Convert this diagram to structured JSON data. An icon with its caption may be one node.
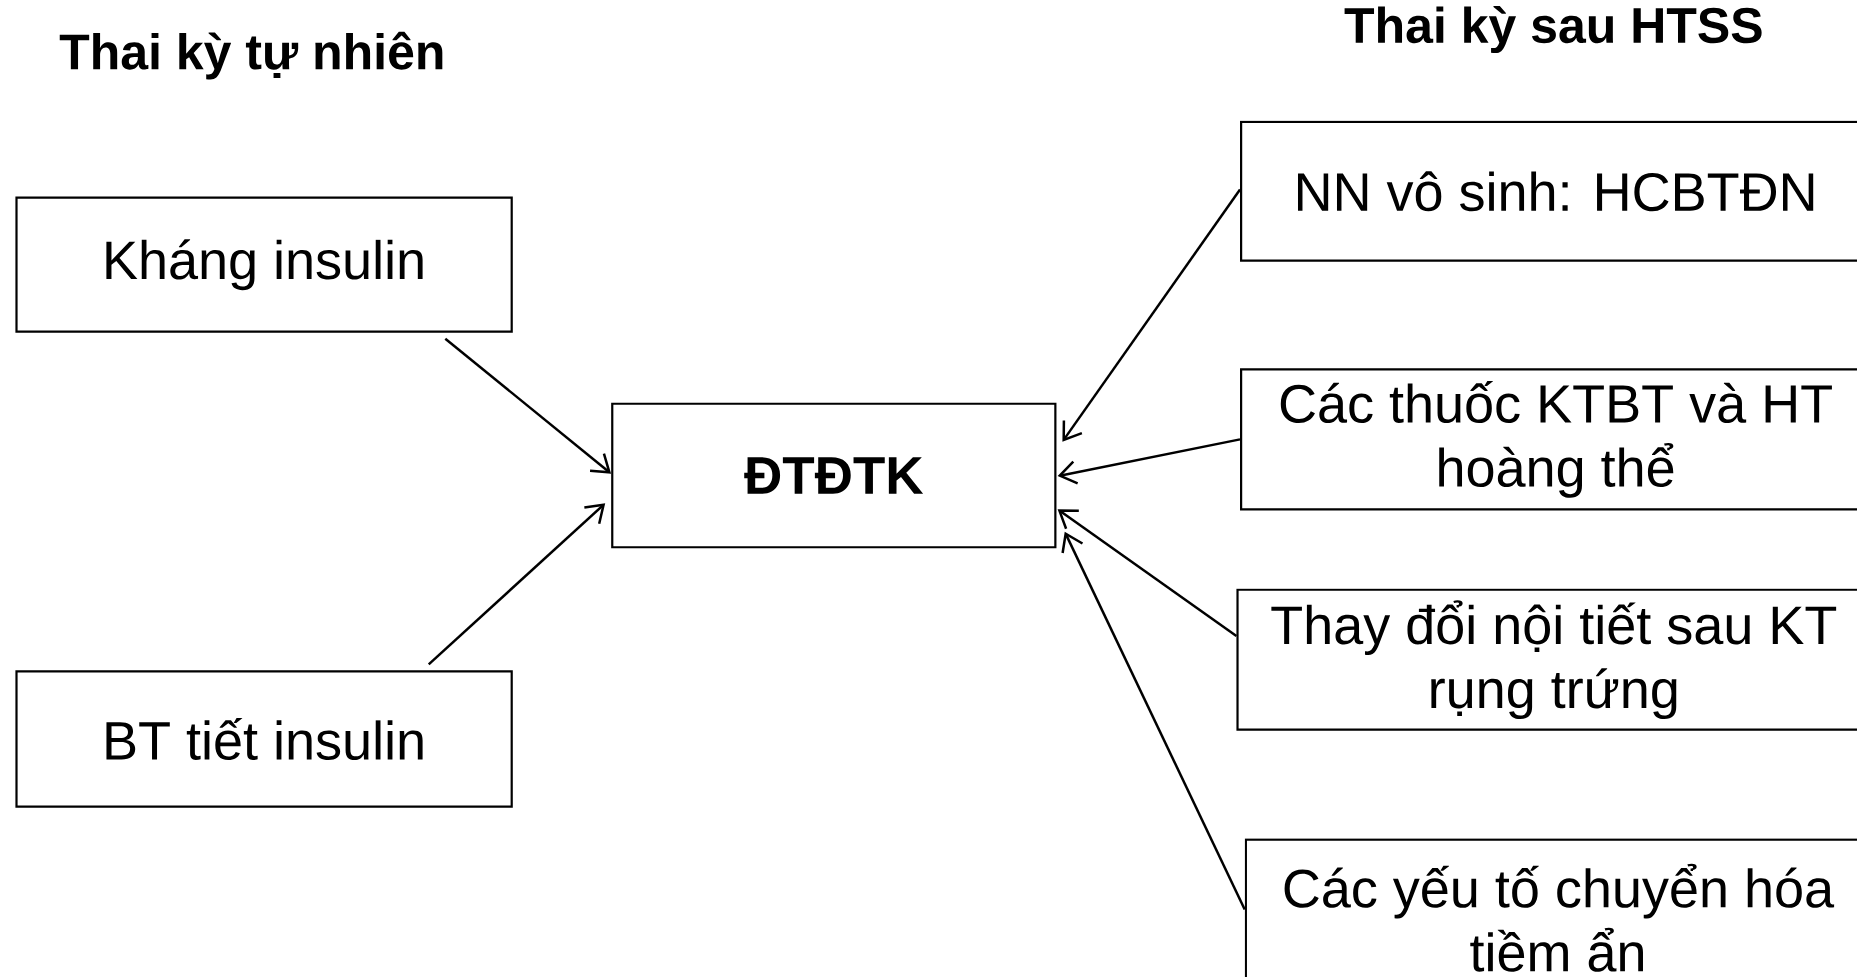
{
  "diagram": {
    "nodes": [
      {
        "text": [
          "Kháng insulin"
        ]
      },
      {
        "text": [
          "BT tiết insulin"
        ]
      },
      {
        "text": [
          "ĐTĐTK"
        ]
      },
      {
        "text": [
          "NN vô sinh: HCBTĐN"
        ]
      },
      {
        "text": [
          "Các thuốc KTBT và HT hoàng thể"
        ]
      },
      {
        "text": [
          "Thay đổi nội tiết sau KT rụng trứng"
        ]
      },
      {
        "text": [
          "Các yếu tố chuyển hóa tiềm ẩn"
        ]
      }
    ],
    "edges": [
      {
        "from": 0,
        "to": 2,
        "arrow": "to"
      },
      {
        "from": 1,
        "to": 2,
        "arrow": "to"
      },
      {
        "from": 3,
        "to": 2,
        "arrow": "to"
      },
      {
        "from": 4,
        "to": 2,
        "arrow": "to"
      },
      {
        "from": 5,
        "to": 2,
        "arrow": "to"
      },
      {
        "from": 6,
        "to": 2,
        "arrow": "to"
      }
    ],
    "labels": [
      "Thai kỳ sau HTSS",
      "Thai kỳ tự nhiên"
    ]
  }
}
